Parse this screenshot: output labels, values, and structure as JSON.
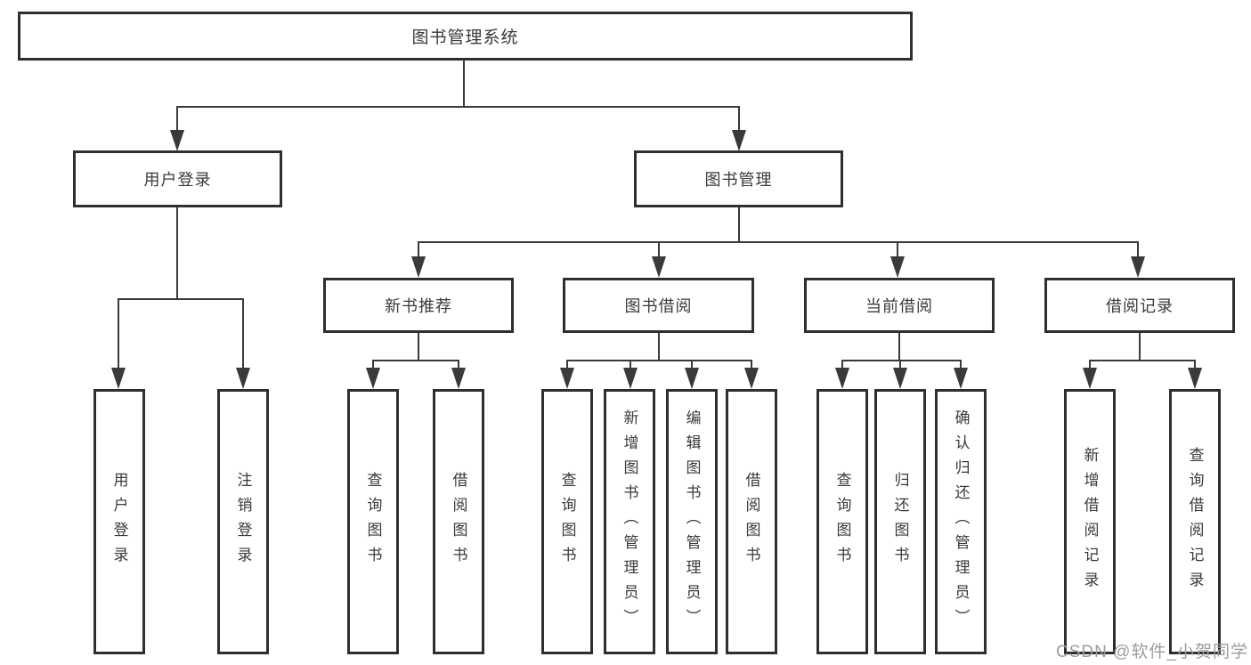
{
  "colors": {
    "line": "#3a3a3a",
    "box_border": "#2f2f2f",
    "text": "#3a3a3a",
    "watermark": "#9c9c9c",
    "background": "#ffffff"
  },
  "watermark": {
    "text": "CSDN @软件_小贺同学"
  },
  "tree": {
    "root": {
      "label": "图书管理系统",
      "children": [
        {
          "label": "用户登录",
          "children": [
            {
              "label": "用户登录"
            },
            {
              "label": "注销登录"
            }
          ]
        },
        {
          "label": "图书管理",
          "children": [
            {
              "label": "新书推荐",
              "children": [
                {
                  "label": "查询图书"
                },
                {
                  "label": "借阅图书"
                }
              ]
            },
            {
              "label": "图书借阅",
              "children": [
                {
                  "label": "查询图书"
                },
                {
                  "label": "新增图书（管理员）"
                },
                {
                  "label": "编辑图书（管理员）"
                },
                {
                  "label": "借阅图书"
                }
              ]
            },
            {
              "label": "当前借阅",
              "children": [
                {
                  "label": "查询图书"
                },
                {
                  "label": "归还图书"
                },
                {
                  "label": "确认归还（管理员）"
                }
              ]
            },
            {
              "label": "借阅记录",
              "children": [
                {
                  "label": "新增借阅记录"
                },
                {
                  "label": "查询借阅记录"
                }
              ]
            }
          ]
        }
      ]
    }
  }
}
